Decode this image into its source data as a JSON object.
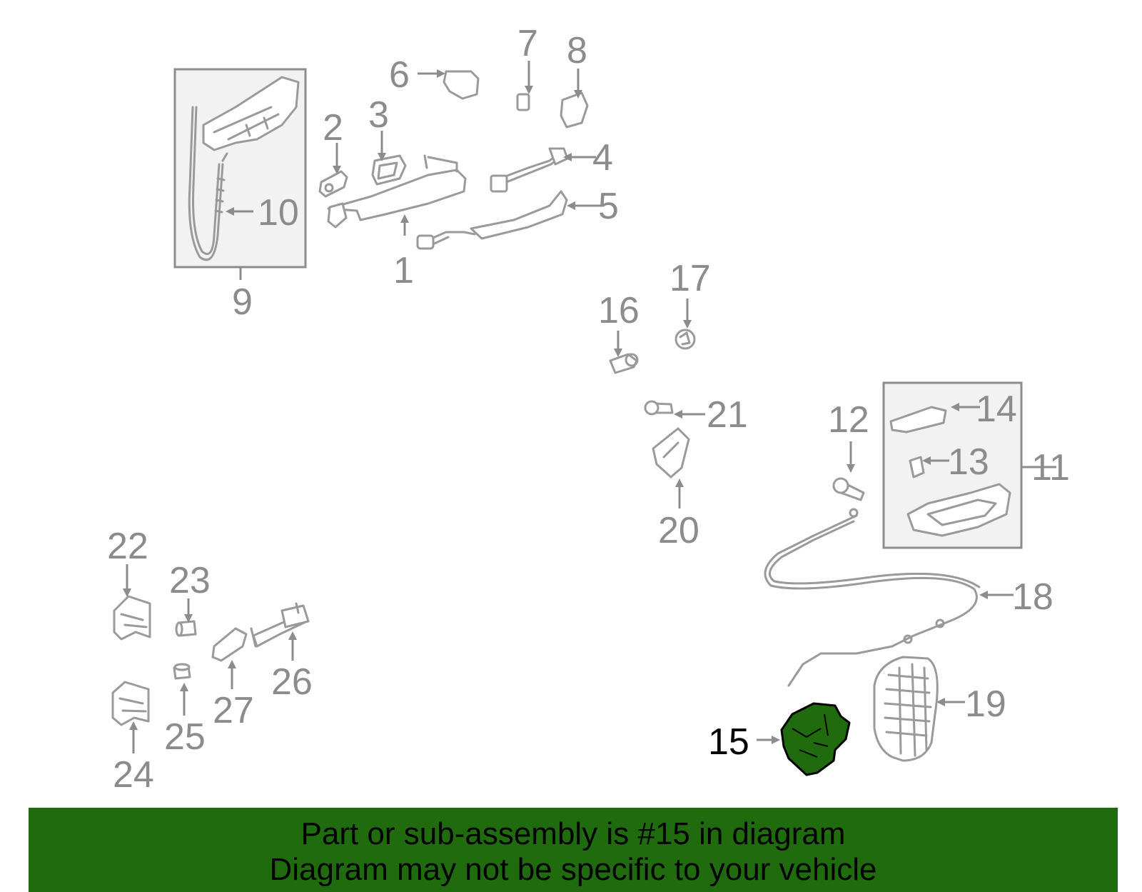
{
  "colors": {
    "banner_background": "#1f6b0e",
    "highlight_part": "#1f6b0e",
    "line_art": "#9a9a9a",
    "label_text": "#8c8c8c"
  },
  "callouts": {
    "c1": "1",
    "c2": "2",
    "c3": "3",
    "c4": "4",
    "c5": "5",
    "c6": "6",
    "c7": "7",
    "c8": "8",
    "c9": "9",
    "c10": "10",
    "c11": "11",
    "c12": "12",
    "c13": "13",
    "c14": "14",
    "c15": "15",
    "c16": "16",
    "c17": "17",
    "c18": "18",
    "c19": "19",
    "c20": "20",
    "c21": "21",
    "c22": "22",
    "c23": "23",
    "c24": "24",
    "c25": "25",
    "c26": "26",
    "c27": "27"
  },
  "highlighted_part": "15",
  "banner": {
    "line1": "Part or sub-assembly is #15 in diagram",
    "line2": "Diagram may not be specific to your vehicle"
  }
}
